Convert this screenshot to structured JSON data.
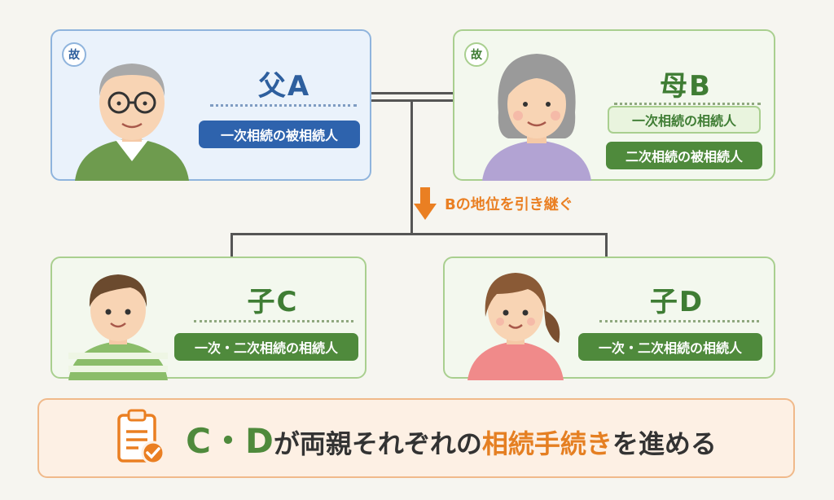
{
  "father": {
    "deceased_mark": "故",
    "name": "父A",
    "roles": [
      "一次相続の被相続人"
    ]
  },
  "mother": {
    "deceased_mark": "故",
    "name": "母B",
    "roles": [
      "一次相続の相続人",
      "二次相続の被相続人"
    ]
  },
  "succession_note": "Bの地位を引き継ぐ",
  "child_c": {
    "name": "子C",
    "role": "一次・二次相続の相続人"
  },
  "child_d": {
    "name": "子D",
    "role": "一次・二次相続の相続人"
  },
  "conclusion": {
    "subject": "C・D",
    "part1": "が両親それぞれの",
    "highlight": "相続手続き",
    "part2": "を進める"
  },
  "colors": {
    "blue": "#2e63ad",
    "green": "#4f8a3c",
    "orange": "#ea7f22",
    "background": "#f6f5f0"
  },
  "icons": {
    "father_avatar": "elderly-man-icon",
    "mother_avatar": "elderly-woman-icon",
    "child_c_avatar": "boy-icon",
    "child_d_avatar": "girl-icon",
    "arrow": "down-arrow-icon",
    "clipboard": "clipboard-check-icon"
  }
}
